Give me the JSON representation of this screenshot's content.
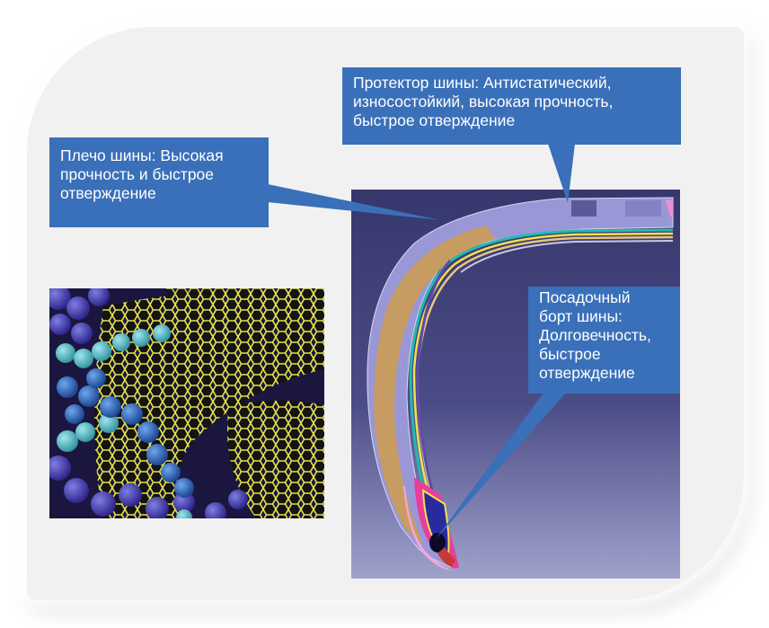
{
  "callouts": {
    "shoulder": {
      "lines": [
        "Плечо шины: Высокая",
        "прочность и быстрое",
        "отверждение"
      ]
    },
    "tread": {
      "lines": [
        "Протектор шины: Антистатический,",
        "износостойкий, высокая прочность,",
        "быстрое отверждение"
      ]
    },
    "bead": {
      "lines": [
        "Посадочный",
        "борт шины:",
        "Долговечность,",
        "быстрое",
        "отверждение"
      ]
    }
  },
  "colors": {
    "callout": "#3a70b9",
    "panel_top": "#37386e",
    "panel_bottom": "#9a9dc9",
    "nanotube": "#e6e24a",
    "molecule_dark": "#3b2e9a",
    "molecule_teal": "#57c5cf",
    "molecule_blue": "#2a63b8"
  },
  "images": {
    "tire_cross_section": "tire-cross-section-diagram",
    "molecular_model": "carbon-nanotube-polymer-model"
  }
}
